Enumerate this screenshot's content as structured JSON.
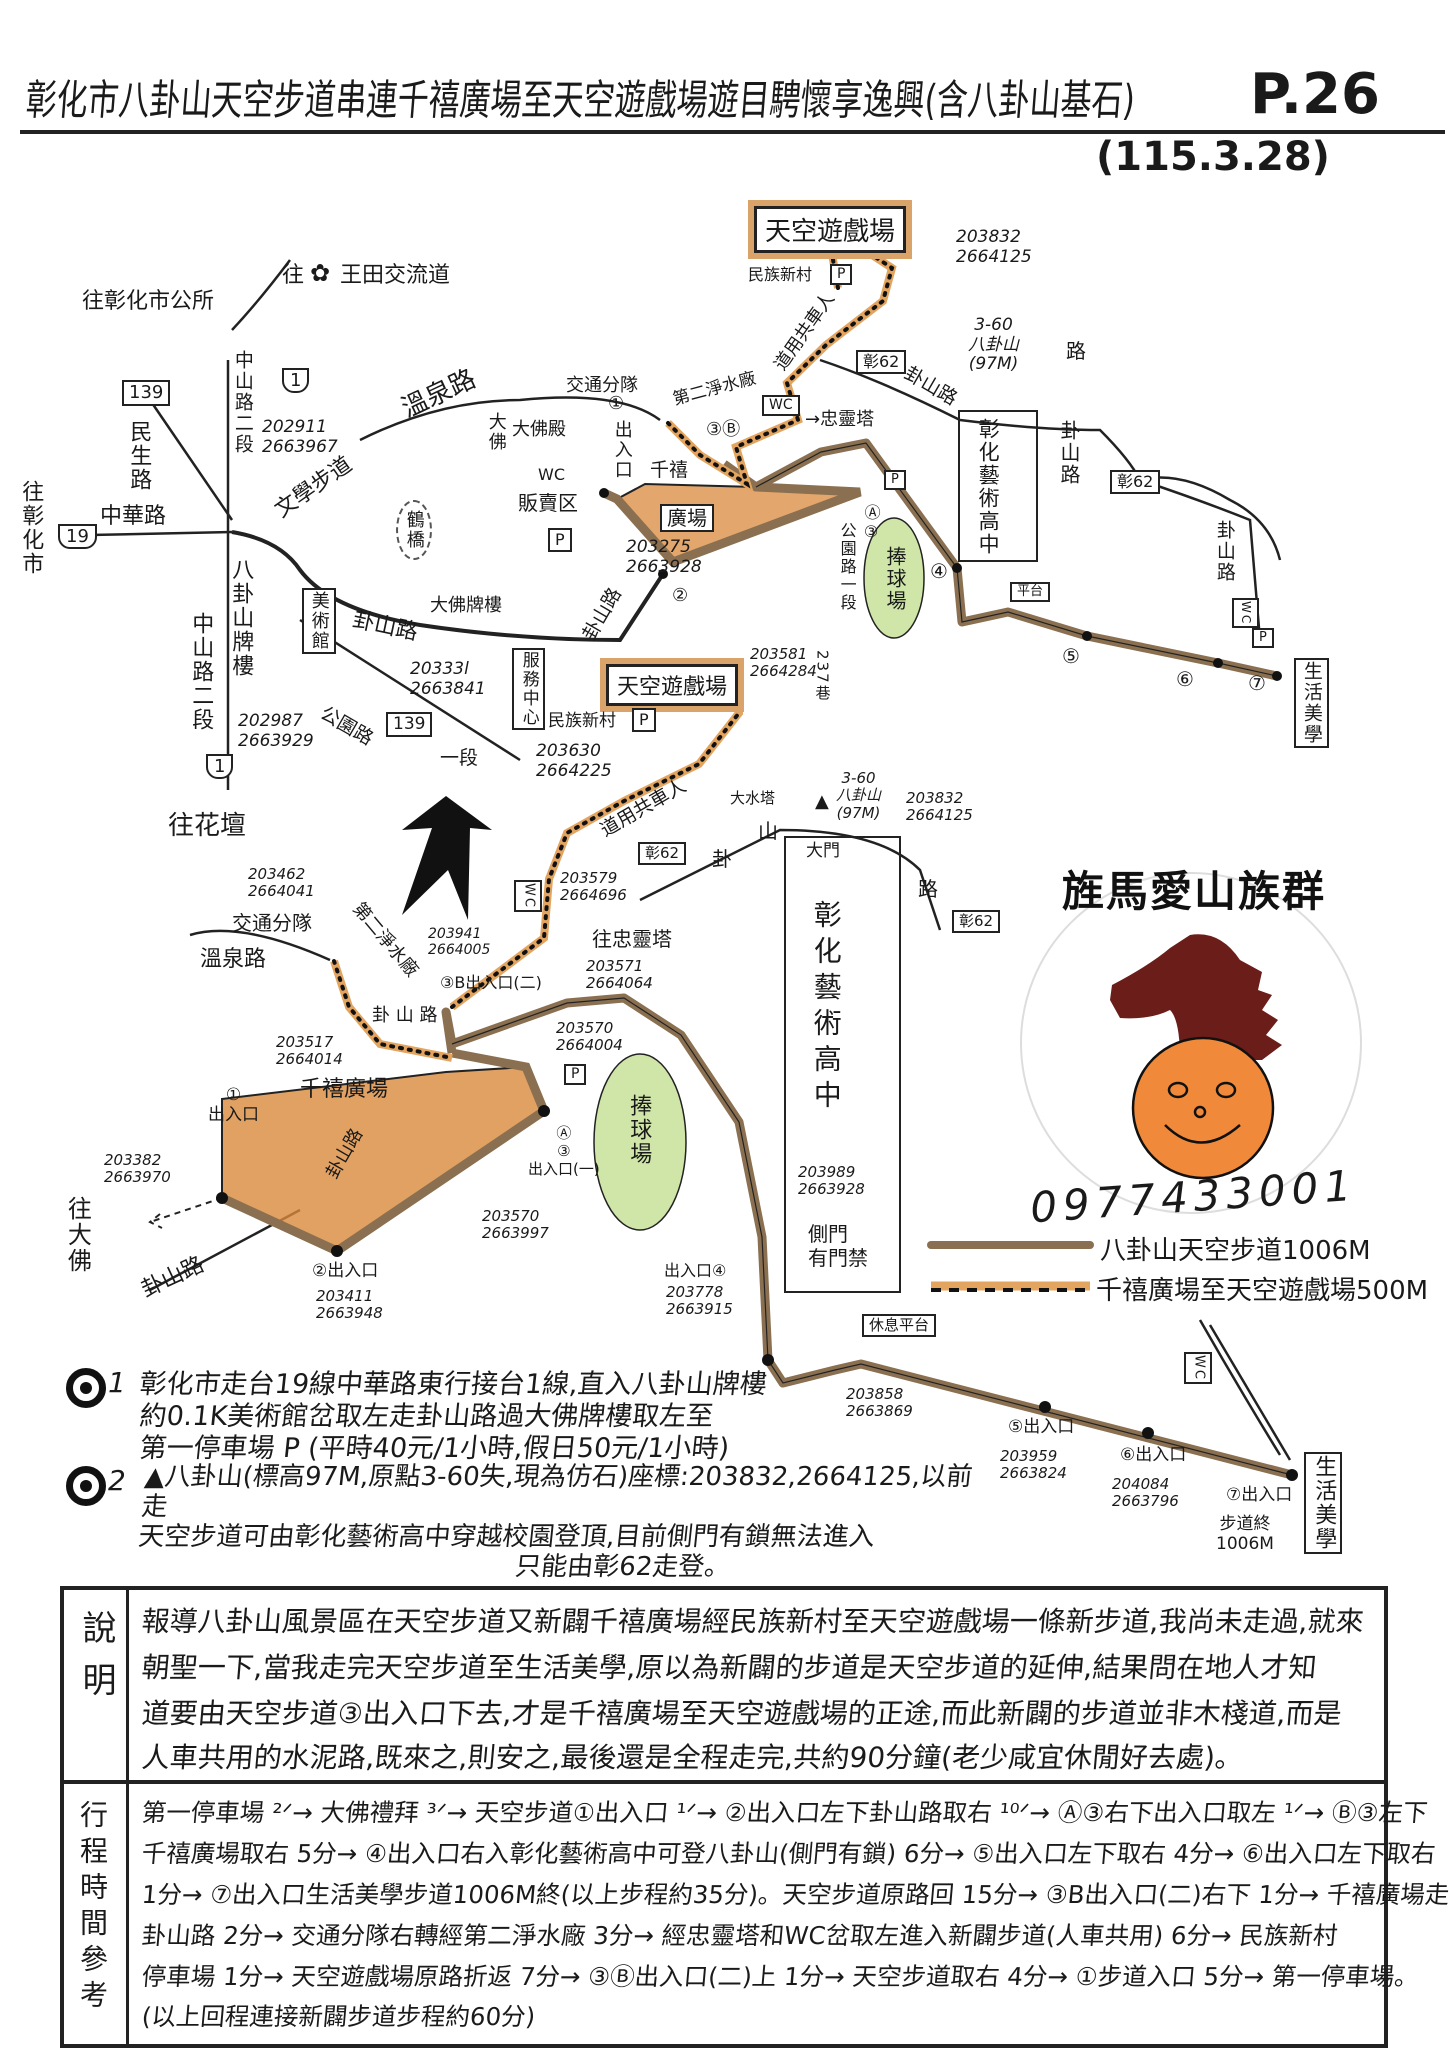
{
  "header": {
    "title": "彰化市八卦山天空步道串連千禧廣場至天空遊戲場遊目騁懷享逸興(含八卦山基石)",
    "page": "P.26",
    "date": "(115.3.28)"
  },
  "colors": {
    "skywalk_route": "#8a7050",
    "new_trail_route": "#e3a45f",
    "plaza_fill": "#d98a3c",
    "baseball_field": "#cfe6a8",
    "logo_horse": "#6b1d1a",
    "logo_ball": "#f08a3a"
  },
  "map_labels": [
    "往彰化市公所",
    "往",
    "王田交流道",
    "139",
    "民生路",
    "中華路",
    "往彰化市",
    "19",
    "中山路二段",
    "1",
    "202911\n2663967",
    "文學步道",
    "溫泉路",
    "大佛",
    "大佛殿",
    "鶴橋",
    "WC",
    "販賣区",
    "P",
    "203275\n2663928",
    "出入口",
    "美術館",
    "八卦山牌樓",
    "卦山路",
    "大佛牌樓",
    "20333l\n2663841",
    "服務中心",
    "公園路",
    "139",
    "一段",
    "中山路二段",
    "202987\n2663929",
    "1",
    "往花壇",
    "卦山路",
    "千禧",
    "廣場",
    "交通分隊",
    "第二淨水廠",
    "③Ⓑ",
    "WC",
    "→忠靈塔",
    "道用共車人",
    "民族新村",
    "P",
    "天空遊戲場",
    "203832\n2664125",
    "3-60\n八卦山\n(97M)",
    "彰62",
    "卦山路",
    "彰化藝術高中",
    "卦山路",
    "彰62",
    "卦山路",
    "WC",
    "P",
    "生活美學",
    "④",
    "⑤",
    "⑥",
    "⑦",
    "平台",
    "公園路一段",
    "捧球場",
    "203581\n2664284",
    "237巷",
    "Ⓐ③",
    "P",
    "①",
    "②",
    "天空遊戲場",
    "民族新村",
    "P",
    "203630\n2664225",
    "道用共車人",
    "大水塔",
    "3-60\n八卦山\n(97M)",
    "203832\n2664125",
    "彰62",
    "卦",
    "山",
    "路",
    "203579\n2664696",
    "WC",
    "往忠靈塔",
    "203571\n2664064",
    "203462\n2664041",
    "交通分隊",
    "溫泉路",
    "第二淨水廠",
    "203941\n2664005",
    "③B出入口(二)",
    "卦 山 路",
    "203517\n2664014",
    "千禧廣場",
    "203570\n2664004",
    "P",
    "捧球場",
    "①\n出入口",
    "203382\n2663970",
    "往大佛",
    "卦山路",
    "Ⓐ\n③\n出入口(一)",
    "203570\n2663997",
    "②出入口",
    "203411\n2663948",
    "卦山路",
    "出入口④",
    "203778\n2663915",
    "彰化藝術高中",
    "大門",
    "203989\n2663928",
    "側門\n有門禁",
    "休息平台",
    "203858\n2663869",
    "⑤出入口",
    "203959\n2663824",
    "⑥出入口",
    "204084\n2663796",
    "⑦出入口",
    "步道終\n1006M",
    "生活美學",
    "WC",
    "彰62",
    "路"
  ],
  "logo": {
    "text": "旌馬愛山族群",
    "phone": "0977433001"
  },
  "legend": [
    {
      "label": "八卦山天空步道1006M",
      "style": "solid brown"
    },
    {
      "label": "千禧廣場至天空遊戲場500M",
      "style": "orange with black dashes"
    }
  ],
  "notes": [
    {
      "num": "1",
      "lines": [
        "彰化市走台19線中華路東行接台1線,直入八卦山牌樓",
        "約0.1K美術館岔取左走卦山路過大佛牌樓取左至",
        "第一停車場 P (平時40元/1小時,假日50元/1小時)"
      ]
    },
    {
      "num": "2",
      "lines": [
        "▲八卦山(標高97M,原點3-60失,現為仿石)座標:203832,2664125,以前走",
        "天空步道可由彰化藝術高中穿越校園登頂,目前側門有鎖無法進入",
        "只能由彰62走登。"
      ]
    }
  ],
  "info": {
    "explanation_label": "說明",
    "explanation": [
      "報導八卦山風景區在天空步道又新闢千禧廣場經民族新村至天空遊戲場一條新步道,我尚未走過,就來",
      "朝聖一下,當我走完天空步道至生活美學,原以為新闢的步道是天空步道的延伸,結果問在地人才知",
      "道要由天空步道③出入口下去,才是千禧廣場至天空遊戲場的正途,而此新闢的步道並非木棧道,而是",
      "人車共用的水泥路,既來之,則安之,最後還是全程走完,共約90分鐘(老少咸宜休閒好去處)。"
    ],
    "itinerary_label": "行程時間參考",
    "itinerary": [
      "第一停車場 ²ᐟ→ 大佛禮拜 ³ᐟ→ 天空步道①出入口 ¹ᐟ→ ②出入口左下卦山路取右 ¹⁰ᐟ→ Ⓐ③右下出入口取左 ¹ᐟ→ Ⓑ③左下",
      "千禧廣場取右 5分→ ④出入口右入彰化藝術高中可登八卦山(側門有鎖) 6分→ ⑤出入口左下取右 4分→ ⑥出入口左下取右",
      "1分→ ⑦出入口生活美學步道1006M終(以上步程約35分)。天空步道原路回 15分→ ③B出入口(二)右下 1分→ 千禧廣場走",
      "卦山路 2分→ 交通分隊右轉經第二淨水廠 3分→ 經忠靈塔和WC岔取左進入新闢步道(人車共用) 6分→ 民族新村",
      "停車場 1分→ 天空遊戲場原路折返 7分→ ③Ⓑ出入口(二)上 1分→ 天空步道取右 4分→ ①步道入口 5分→ 第一停車場。",
      "(以上回程連接新闢步道步程約60分)"
    ]
  }
}
